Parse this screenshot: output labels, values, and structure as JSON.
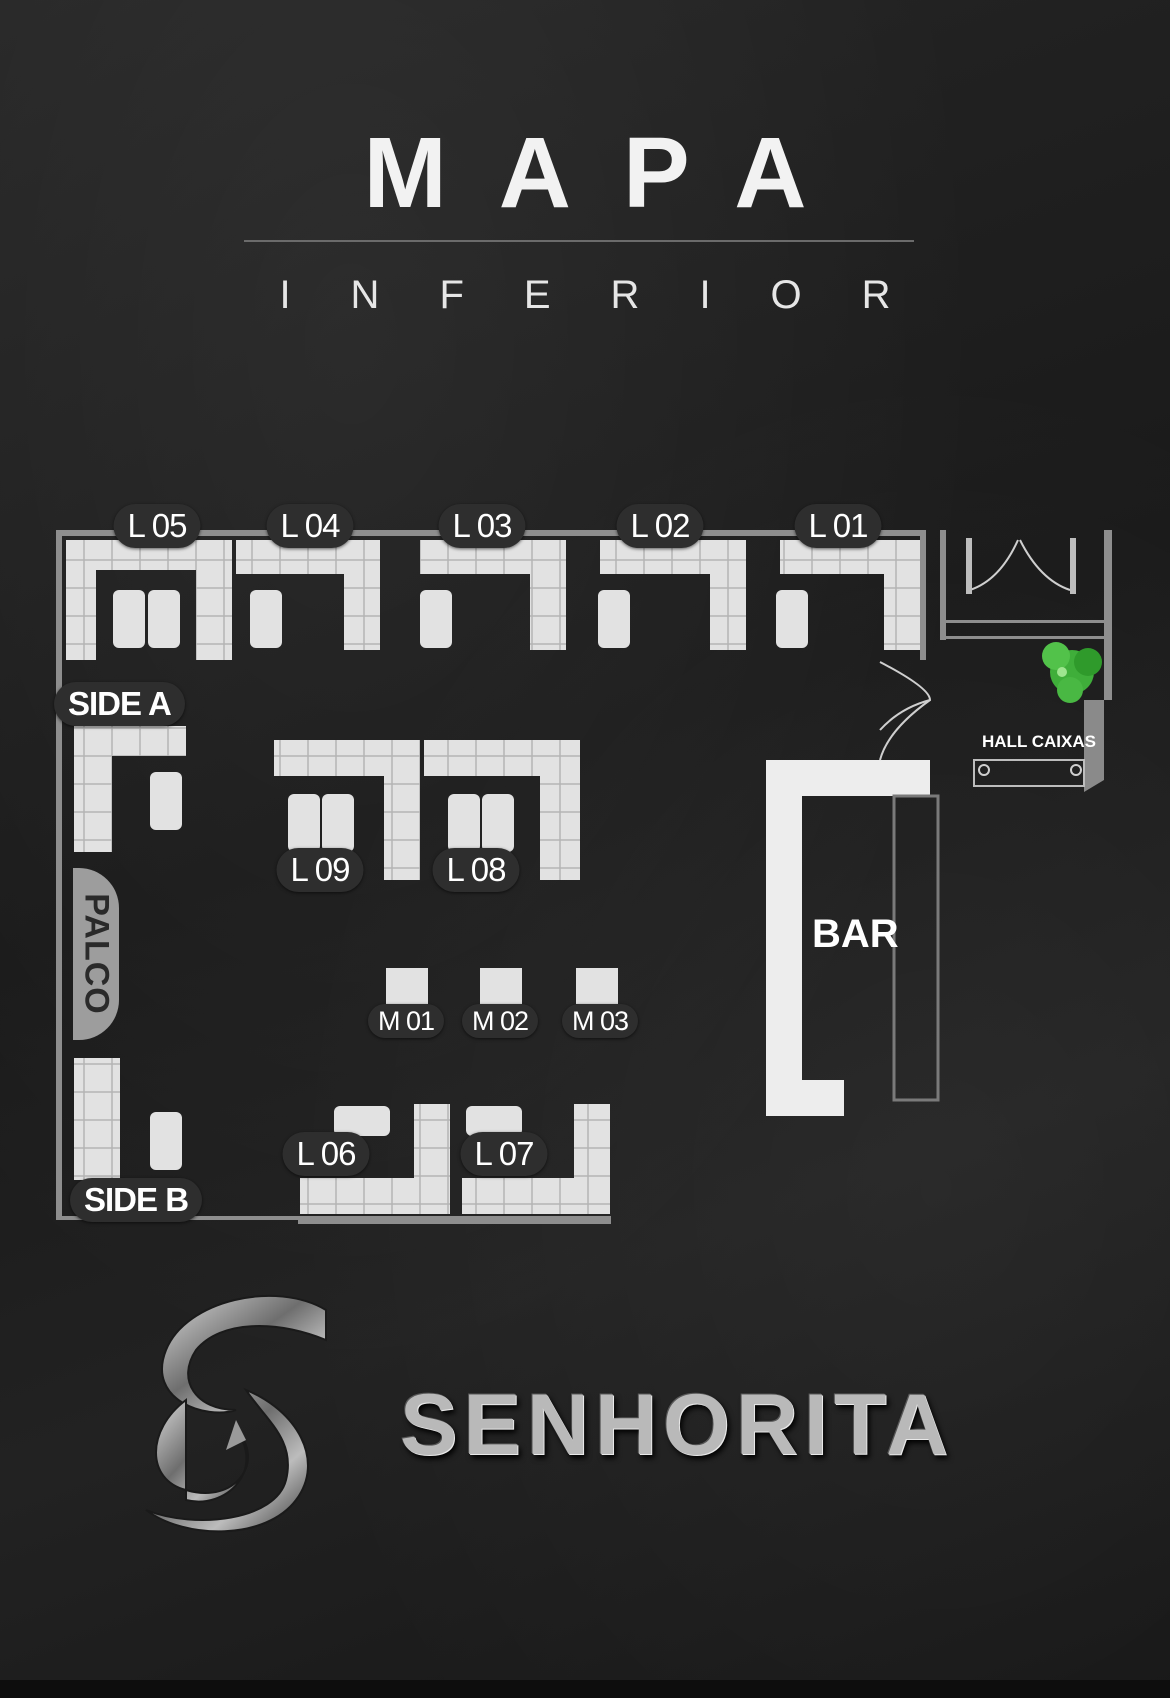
{
  "header": {
    "title": "MAPA",
    "subtitle": "INFERIOR"
  },
  "areas": {
    "palco": "PALCO",
    "bar": "BAR",
    "hall": "HALL CAIXAS",
    "side_a": "SIDE A",
    "side_b": "SIDE B"
  },
  "lounges": [
    {
      "id": "L 05"
    },
    {
      "id": "L 04"
    },
    {
      "id": "L 03"
    },
    {
      "id": "L 02"
    },
    {
      "id": "L 01"
    },
    {
      "id": "L 09"
    },
    {
      "id": "L 08"
    },
    {
      "id": "L 06"
    },
    {
      "id": "L 07"
    }
  ],
  "tables": [
    {
      "id": "M 01"
    },
    {
      "id": "M 02"
    },
    {
      "id": "M 03"
    }
  ],
  "brand": {
    "name": "SENHORITA",
    "logo_icon": "s-monogram-icon"
  },
  "colors": {
    "background": "#1c1c1c",
    "seat": "#e2e2e2",
    "wall": "#9a9a9a",
    "plant": "#3fae3a"
  }
}
